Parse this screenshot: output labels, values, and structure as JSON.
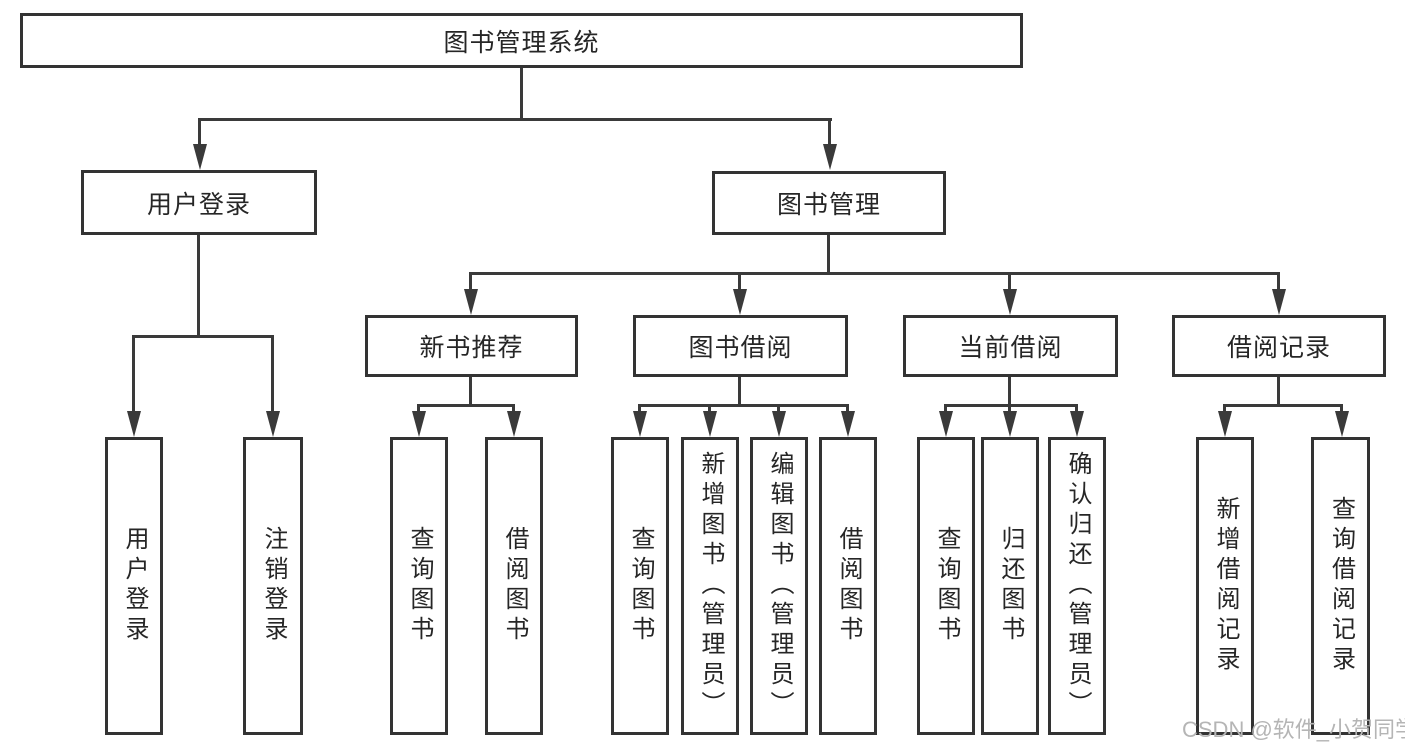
{
  "diagram": {
    "title": "图书管理系统",
    "root": {
      "label": "图书管理系统"
    },
    "level2": [
      {
        "label": "用户登录"
      },
      {
        "label": "图书管理"
      }
    ],
    "level3": [
      {
        "label": "新书推荐"
      },
      {
        "label": "图书借阅"
      },
      {
        "label": "当前借阅"
      },
      {
        "label": "借阅记录"
      }
    ],
    "leaves": [
      {
        "label": "用户登录"
      },
      {
        "label": "注销登录"
      },
      {
        "label": "查询图书"
      },
      {
        "label": "借阅图书"
      },
      {
        "label": "查询图书"
      },
      {
        "label": "新增图书（管理员）"
      },
      {
        "label": "编辑图书（管理员）"
      },
      {
        "label": "借阅图书"
      },
      {
        "label": "查询图书"
      },
      {
        "label": "归还图书"
      },
      {
        "label": "确认归还（管理员）"
      },
      {
        "label": "新增借阅记录"
      },
      {
        "label": "查询借阅记录"
      }
    ]
  },
  "watermark": {
    "text": "CSDN @软件_小贺同学"
  },
  "colors": {
    "line": "#3a3a3a",
    "box_border": "#333333",
    "box_fill": "#ffffff",
    "text": "#262626",
    "watermark": "#b5b5b5",
    "background": "#ffffff"
  }
}
